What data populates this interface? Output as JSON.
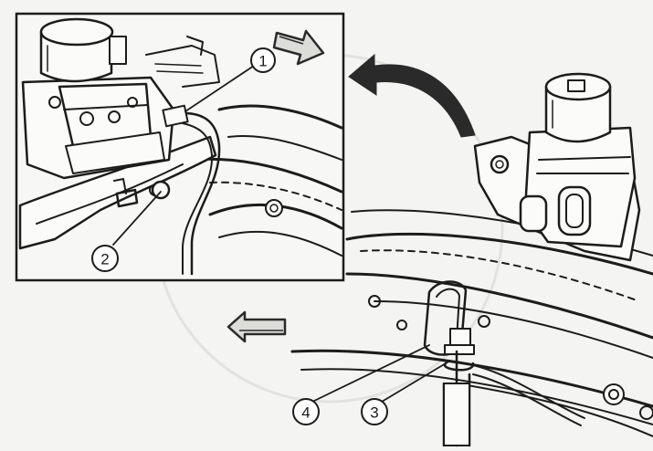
{
  "diagram": {
    "callouts": [
      {
        "id": "1",
        "label": "1"
      },
      {
        "id": "2",
        "label": "2"
      },
      {
        "id": "3",
        "label": "3"
      },
      {
        "id": "4",
        "label": "4"
      }
    ],
    "direction_arrows": [
      {
        "name": "front-arrow-detail",
        "meaning": "front"
      },
      {
        "name": "front-arrow-main",
        "meaning": "front"
      }
    ],
    "colors": {
      "ink": "#1c1c1c",
      "paper": "#f4f4f2",
      "shade": "#e9e9e6",
      "arrow": "#2a2a2a"
    }
  }
}
